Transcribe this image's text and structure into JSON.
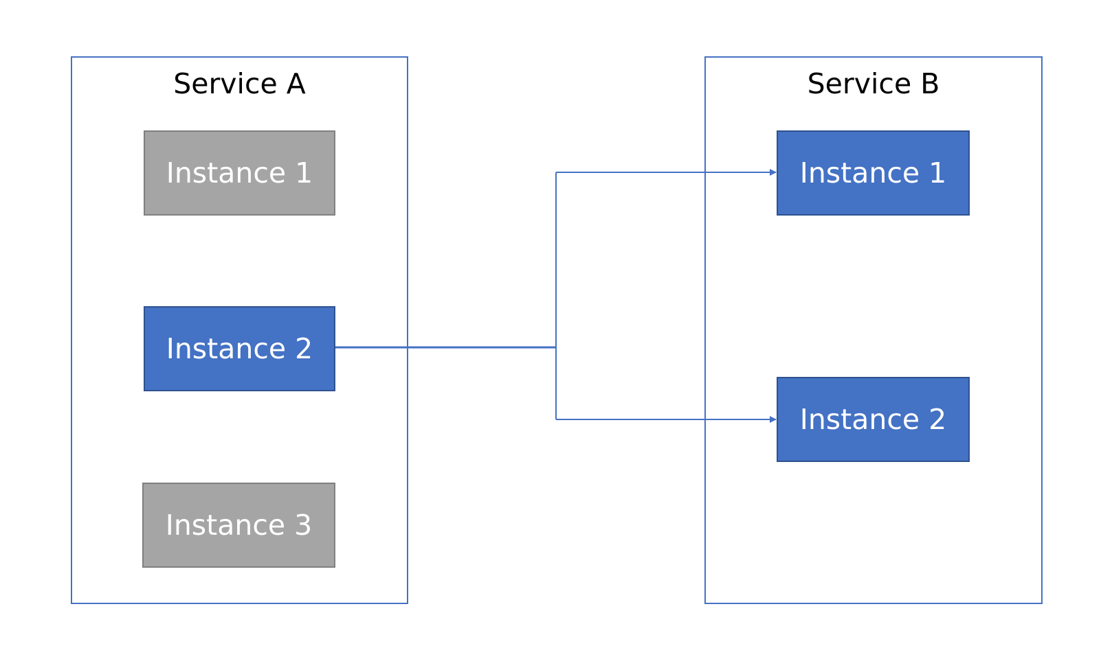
{
  "colors": {
    "active": "#4472C4",
    "active_border": "#2F528F",
    "inactive": "#A5A5A5",
    "inactive_border": "#7F7F7F",
    "line": "#4472C4"
  },
  "service_a": {
    "title": "Service A",
    "instances": [
      {
        "label": "Instance 1",
        "state": "inactive"
      },
      {
        "label": "Instance 2",
        "state": "active"
      },
      {
        "label": "Instance 3",
        "state": "inactive"
      }
    ]
  },
  "service_b": {
    "title": "Service B",
    "instances": [
      {
        "label": "Instance 1",
        "state": "active"
      },
      {
        "label": "Instance 2",
        "state": "active"
      }
    ]
  },
  "connections": [
    {
      "from": "Service A / Instance 2",
      "to": "Service B / Instance 1"
    },
    {
      "from": "Service A / Instance 2",
      "to": "Service B / Instance 2"
    }
  ]
}
